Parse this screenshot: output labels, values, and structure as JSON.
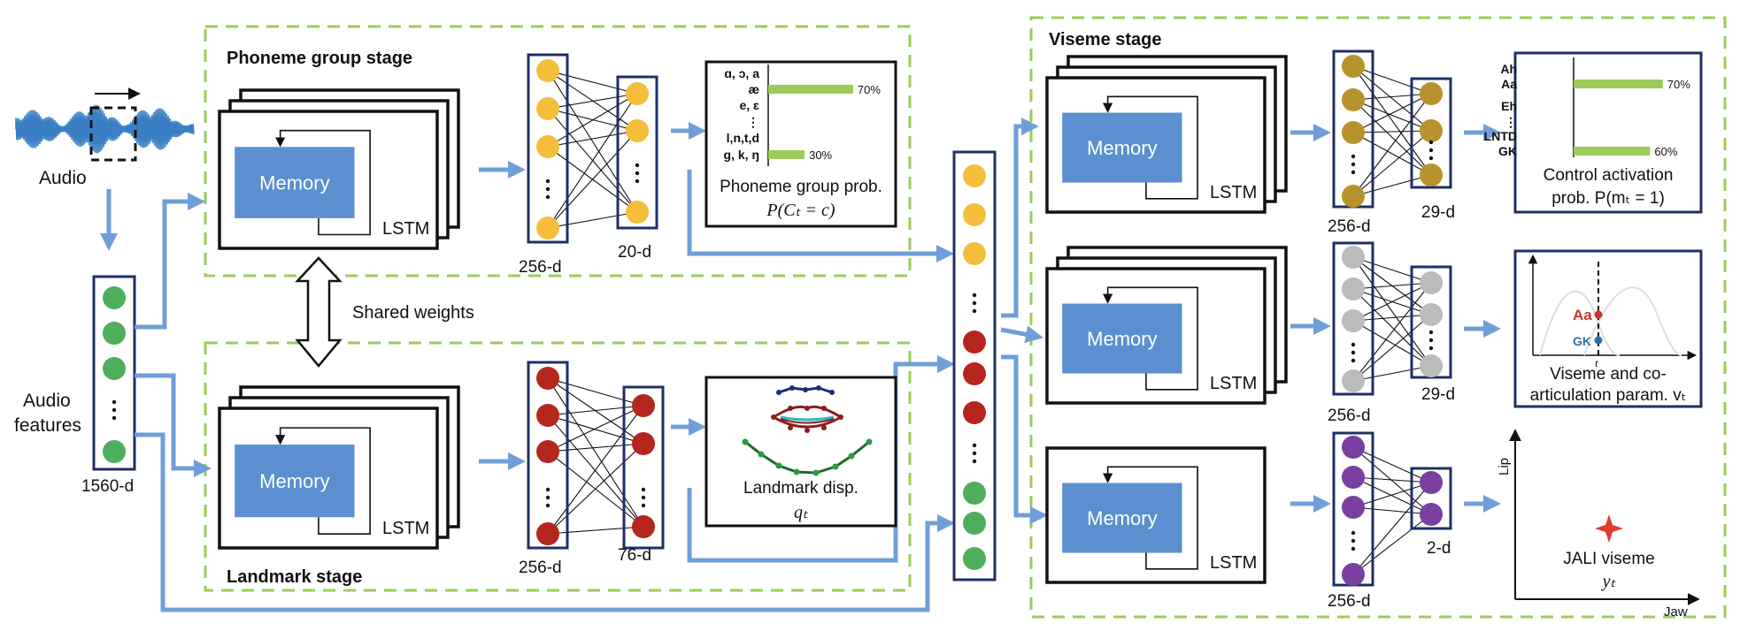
{
  "audio": {
    "label": "Audio"
  },
  "features": {
    "label_line1": "Audio",
    "label_line2": "features",
    "dim": "1560-d"
  },
  "shared": {
    "label": "Shared weights"
  },
  "lstm": {
    "memory_label": "Memory",
    "lstm_label": "LSTM"
  },
  "phoneme_stage": {
    "title": "Phoneme group stage",
    "dim_a": "256-d",
    "dim_b": "20-d",
    "chart": {
      "rows": [
        "ɑ, ɔ, a",
        "æ",
        "e, ɛ",
        "⋮",
        "l,n,t,d",
        "g, k, ŋ"
      ],
      "values": [
        null,
        70,
        null,
        null,
        null,
        30
      ],
      "value_labels": [
        "",
        "70%",
        "",
        "",
        "",
        "30%"
      ],
      "caption_line1": "Phoneme group prob.",
      "caption_line2": "P(Cₜ = c)"
    }
  },
  "landmark_stage": {
    "title": "Landmark stage",
    "dim_a": "256-d",
    "dim_b": "76-d",
    "caption_line1": "Landmark disp.",
    "caption_line2": "qₜ"
  },
  "viseme_stage": {
    "title": "Viseme stage",
    "branch1": {
      "dim_a": "256-d",
      "dim_b": "29-d",
      "chart": {
        "rows": [
          "Ah",
          "Aa",
          "Eh",
          "⋮",
          "LNTD",
          "GK"
        ],
        "values": [
          null,
          70,
          null,
          null,
          null,
          60
        ],
        "value_labels": [
          "",
          "70%",
          "",
          "",
          "",
          "60%"
        ],
        "caption_line1": "Control activation",
        "caption_line2": "prob. P(mₜ = 1)"
      }
    },
    "branch2": {
      "dim_a": "256-d",
      "dim_b": "29-d",
      "plot": {
        "aa": "Aa",
        "gk": "GK",
        "tick": "t",
        "caption_line1": "Viseme and co-",
        "caption_line2": "articulation param. vₜ"
      }
    },
    "branch3": {
      "dim_a": "256-d",
      "dim_b": "2-d",
      "plot": {
        "ylabel": "Lip",
        "xlabel": "Jaw",
        "caption_line1": "JALI viseme",
        "caption_line2": "yₜ"
      }
    }
  },
  "colors": {
    "stage_border": "#9BCB5A",
    "arrow": "#6F9FD8",
    "memory": "#5B8FCF",
    "neuron_border": "#1F2F66",
    "bar": "#9BCB5A",
    "yellow": "#F5BE3A",
    "red": "#B5261E",
    "green": "#4EAE5B",
    "gold": "#B8922C",
    "gray": "#BBBBBB",
    "purple": "#7B3FA0",
    "aa_color": "#D0332D",
    "gk_color": "#2F6FB0",
    "star": "#E03C31"
  }
}
